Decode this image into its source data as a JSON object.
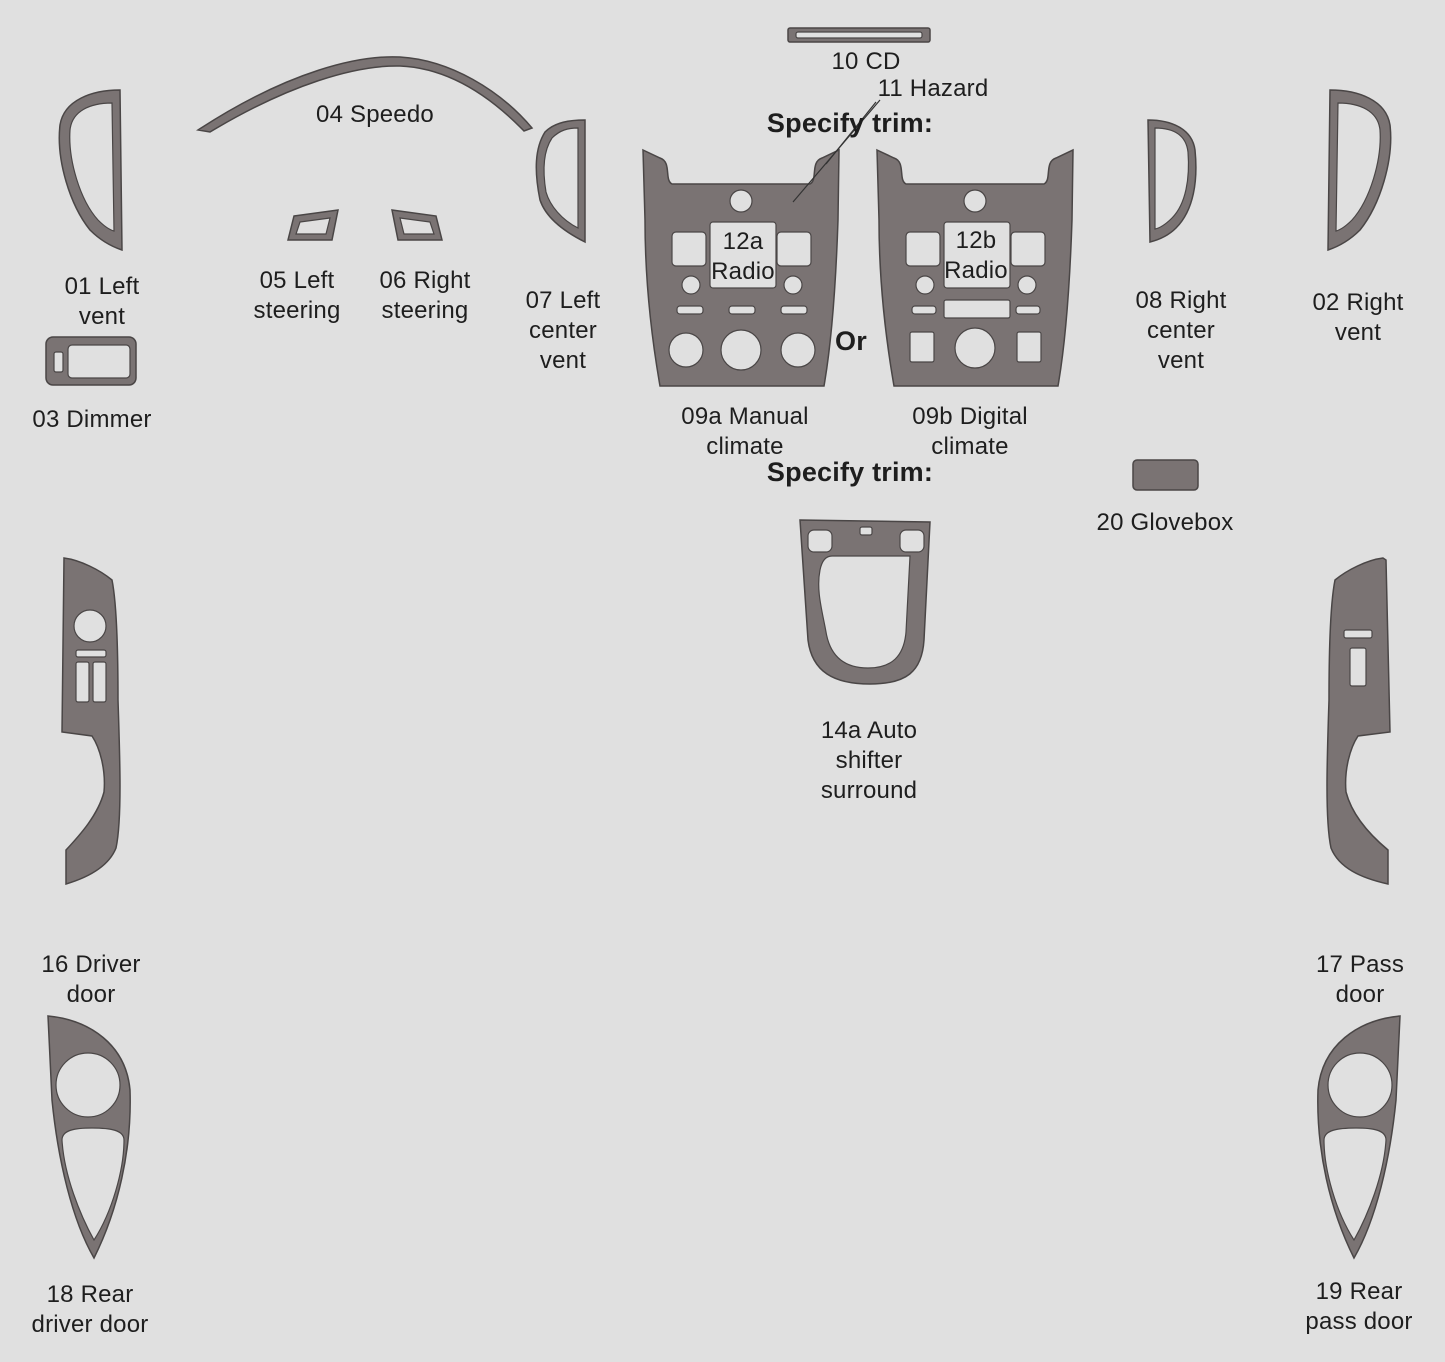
{
  "colors": {
    "background": "#e0e0e0",
    "trim_piece": "#7a7373",
    "outline": "#4a4646",
    "text": "#1e1e1e"
  },
  "headings": {
    "specify_trim_top": "Specify trim:",
    "specify_trim_bottom": "Specify trim:",
    "or": "Or"
  },
  "parts": {
    "p01": {
      "line1": "01 Left",
      "line2": "vent"
    },
    "p02": {
      "line1": "02 Right",
      "line2": "vent"
    },
    "p03": {
      "line1": "03 Dimmer"
    },
    "p04": {
      "line1": "04 Speedo"
    },
    "p05": {
      "line1": "05 Left",
      "line2": "steering"
    },
    "p06": {
      "line1": "06 Right",
      "line2": "steering"
    },
    "p07": {
      "line1": "07 Left",
      "line2": "center",
      "line3": "vent"
    },
    "p08": {
      "line1": "08 Right",
      "line2": "center",
      "line3": "vent"
    },
    "p09a": {
      "line1": "09a Manual",
      "line2": "climate"
    },
    "p09b": {
      "line1": "09b Digital",
      "line2": "climate"
    },
    "p10": {
      "line1": "10 CD"
    },
    "p11": {
      "line1": "11 Hazard"
    },
    "p12a": {
      "line1": "12a",
      "line2": "Radio"
    },
    "p12b": {
      "line1": "12b",
      "line2": "Radio"
    },
    "p14a": {
      "line1": "14a Auto",
      "line2": "shifter",
      "line3": "surround"
    },
    "p16": {
      "line1": "16 Driver",
      "line2": "door"
    },
    "p17": {
      "line1": "17 Pass",
      "line2": "door"
    },
    "p18": {
      "line1": "18 Rear",
      "line2": "driver door"
    },
    "p19": {
      "line1": "19 Rear",
      "line2": "pass door"
    },
    "p20": {
      "line1": "20 Glovebox"
    }
  }
}
